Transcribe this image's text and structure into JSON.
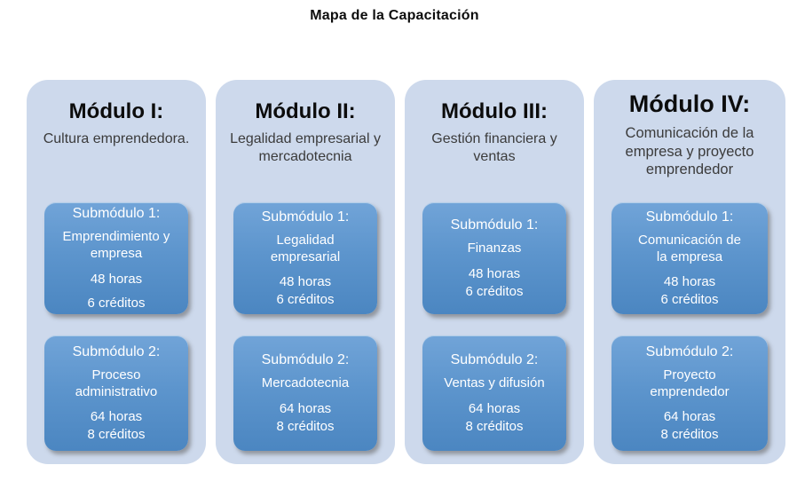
{
  "page": {
    "title": "Mapa de la Capacitación"
  },
  "colors": {
    "column_background": "#cdd9ec",
    "card_gradient_top": "#71a4d8",
    "card_gradient_bottom": "#4b86c1",
    "card_text": "#ffffff",
    "title_text": "#0c0c0c",
    "subtitle_text": "#3b3b3b",
    "page_background": "#ffffff"
  },
  "modules": [
    {
      "title": "Módulo I:",
      "subtitle": "Cultura emprendedora.",
      "submodules": [
        {
          "label": "Submódulo 1:",
          "name": "Emprendimiento y empresa",
          "hours": "48 horas",
          "credits": "6 créditos"
        },
        {
          "label": "Submódulo 2:",
          "name": "Proceso administrativo",
          "hours": "64 horas",
          "credits": "8 créditos"
        }
      ]
    },
    {
      "title": "Módulo II:",
      "subtitle": "Legalidad empresarial y mercadotecnia",
      "submodules": [
        {
          "label": "Submódulo 1:",
          "name": "Legalidad empresarial",
          "hours": "48 horas",
          "credits": "6 créditos"
        },
        {
          "label": "Submódulo 2:",
          "name": "Mercadotecnia",
          "hours": "64 horas",
          "credits": "8 créditos"
        }
      ]
    },
    {
      "title": "Módulo III:",
      "subtitle": "Gestión financiera y ventas",
      "submodules": [
        {
          "label": "Submódulo 1:",
          "name": "Finanzas",
          "hours": "48 horas",
          "credits": "6 créditos"
        },
        {
          "label": "Submódulo 2:",
          "name": "Ventas y difusión",
          "hours": "64 horas",
          "credits": "8 créditos"
        }
      ]
    },
    {
      "title": "Módulo IV:",
      "subtitle": "Comunicación de la empresa y proyecto emprendedor",
      "submodules": [
        {
          "label": "Submódulo 1:",
          "name": "Comunicación de la empresa",
          "hours": "48 horas",
          "credits": "6 créditos"
        },
        {
          "label": "Submódulo 2:",
          "name": "Proyecto emprendedor",
          "hours": "64 horas",
          "credits": "8 créditos"
        }
      ]
    }
  ]
}
